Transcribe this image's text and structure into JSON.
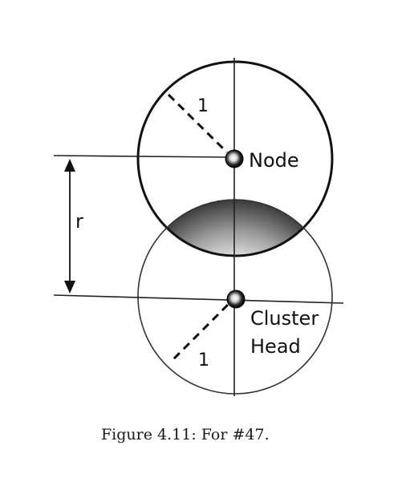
{
  "figure": {
    "labels": {
      "node": "Node",
      "cluster_head_line1": "Cluster",
      "cluster_head_line2": "Head",
      "radius_top": "1",
      "radius_bottom": "1",
      "distance": "r"
    },
    "caption": "Figure 4.11: For #47."
  }
}
